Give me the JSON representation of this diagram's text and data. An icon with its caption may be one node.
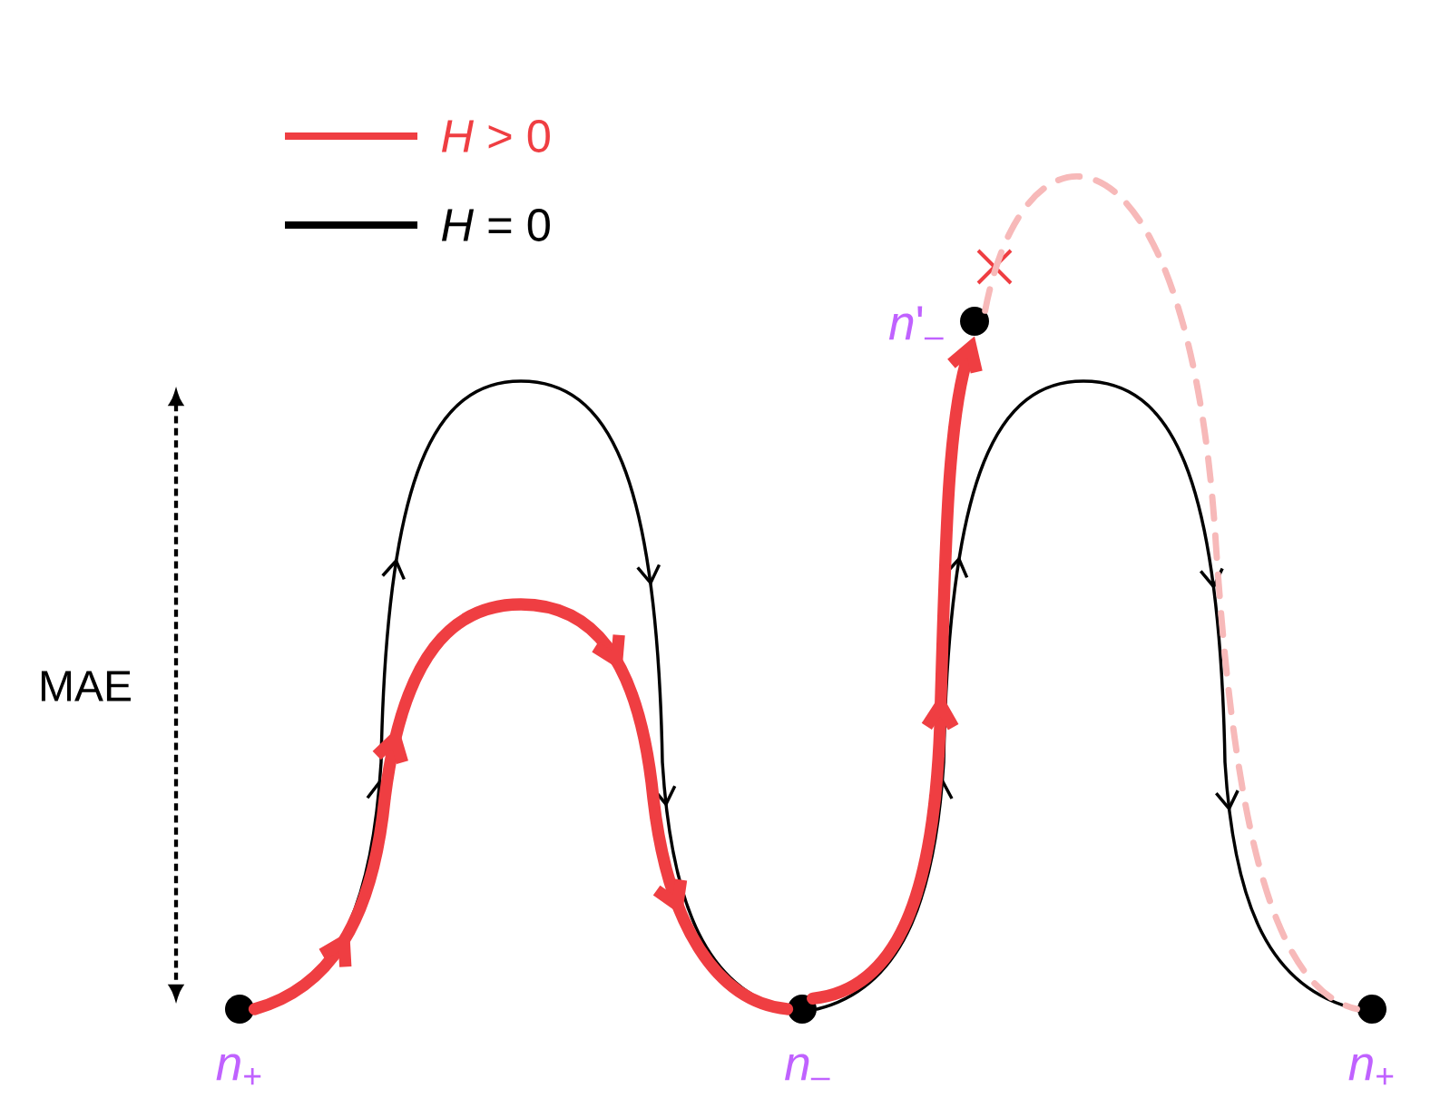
{
  "diagram": {
    "nodes": [
      {
        "text": [],
        "shape": "circle",
        "beside": [
          "*n*$_{+}$"
        ]
      },
      {
        "text": [],
        "shape": "circle",
        "beside": [
          "*n*$_{–}$"
        ]
      },
      {
        "text": [],
        "shape": "circle",
        "beside": [
          "*n*'$_{–}$"
        ]
      },
      {
        "text": [],
        "shape": "circle",
        "beside": [
          "*n*$_{+}$"
        ]
      }
    ],
    "edges": [
      {
        "from": 0,
        "to": 1,
        "arrow": "to"
      },
      {
        "from": 1,
        "to": 3,
        "arrow": "to"
      },
      {
        "from": 0,
        "to": 1,
        "arrow": "to",
        "style": "thick",
        "color": "#ef3e42"
      },
      {
        "from": 1,
        "to": 2,
        "arrow": "to",
        "style": "thick",
        "color": "#ef3e42"
      },
      {
        "from": 2,
        "to": 3,
        "arrow": "none",
        "style": "dashed",
        "color": "#f7b9b9"
      }
    ],
    "labels": [
      "MAE"
    ],
    "legend": [
      {
        "text": "*H* > 0"
      },
      {
        "text": "*H* = 0"
      }
    ]
  }
}
